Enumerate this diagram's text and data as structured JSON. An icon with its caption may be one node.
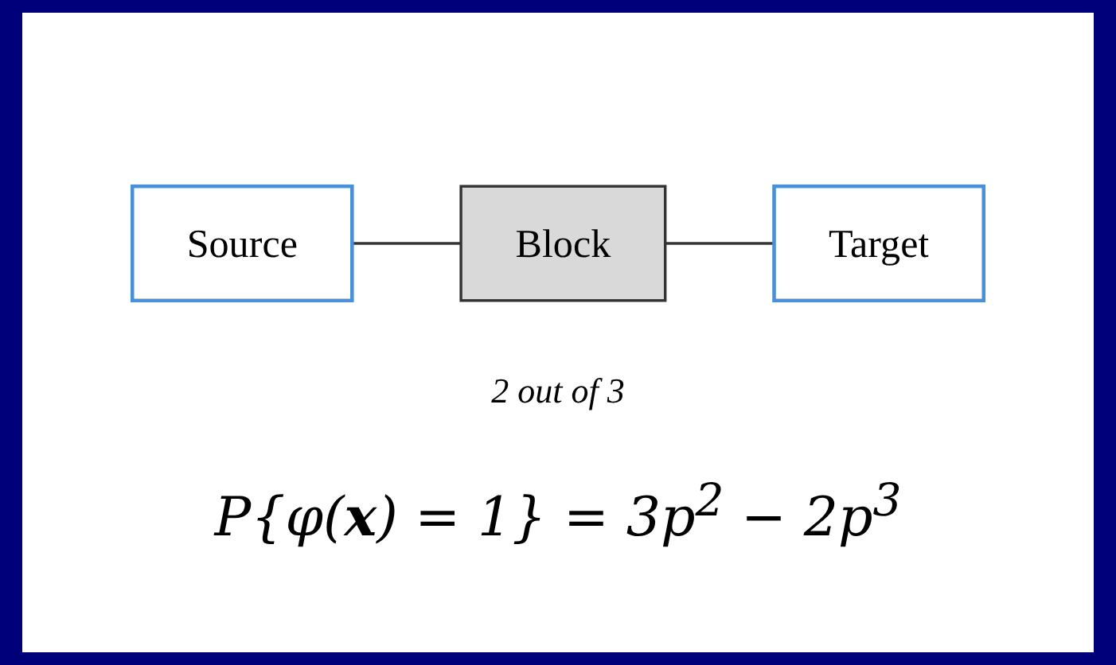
{
  "diagram": {
    "nodes": [
      {
        "text": [
          "Source"
        ]
      },
      {
        "text": [
          "Block"
        ],
        "beside": [
          "2 out of 3"
        ]
      },
      {
        "text": [
          "Target"
        ]
      }
    ],
    "edges": [
      {
        "from": 0,
        "to": 1,
        "arrow": "none"
      },
      {
        "from": 1,
        "to": 2,
        "arrow": "none"
      }
    ],
    "labels": [
      "P{φ(**x**) = 1} = 3p$^{2}$ − 2p$^{3}$"
    ]
  }
}
